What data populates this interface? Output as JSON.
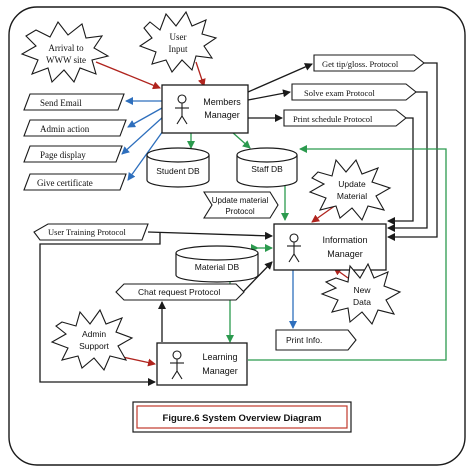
{
  "colors": {
    "line": "#1a1a1a",
    "blue_arrow": "#2e6fbd",
    "red_arrow": "#b0241e",
    "green_arrow": "#2b9a4e",
    "caption_border": "#c0392b",
    "background": "#ffffff"
  },
  "managers": {
    "members": {
      "line1": "Members",
      "line2": "Manager"
    },
    "information": {
      "line1": "Information",
      "line2": "Manager"
    },
    "learning": {
      "line1": "Learning",
      "line2": "Manager"
    }
  },
  "bursts": {
    "arrival": {
      "line1": "Arrival to",
      "line2": "WWW site"
    },
    "user_input": {
      "line1": "User",
      "line2": "Input"
    },
    "update_material": {
      "line1": "Update",
      "line2": "Material"
    },
    "new_data": {
      "line1": "New",
      "line2": "Data"
    },
    "admin_support": {
      "line1": "Admin",
      "line2": "Support"
    }
  },
  "databases": {
    "student": "Student DB",
    "staff": "Staff DB",
    "material": "Material DB"
  },
  "outputs_left": {
    "send_email": "Send Email",
    "admin_action": "Admin action",
    "page_display": "Page display",
    "give_certificate": "Give certificate"
  },
  "protocols": {
    "get_tip": "Get tip/gloss. Protocol",
    "solve_exam": "Solve exam Protocol",
    "print_schedule": "Print schedule Protocol",
    "update_material": {
      "line1": "Update material",
      "line2": "Protocol"
    },
    "user_training": "User Training Protocol",
    "chat_request": "Chat request Protocol",
    "print_info": "Print Info."
  },
  "caption": "Figure.6 System Overview Diagram"
}
